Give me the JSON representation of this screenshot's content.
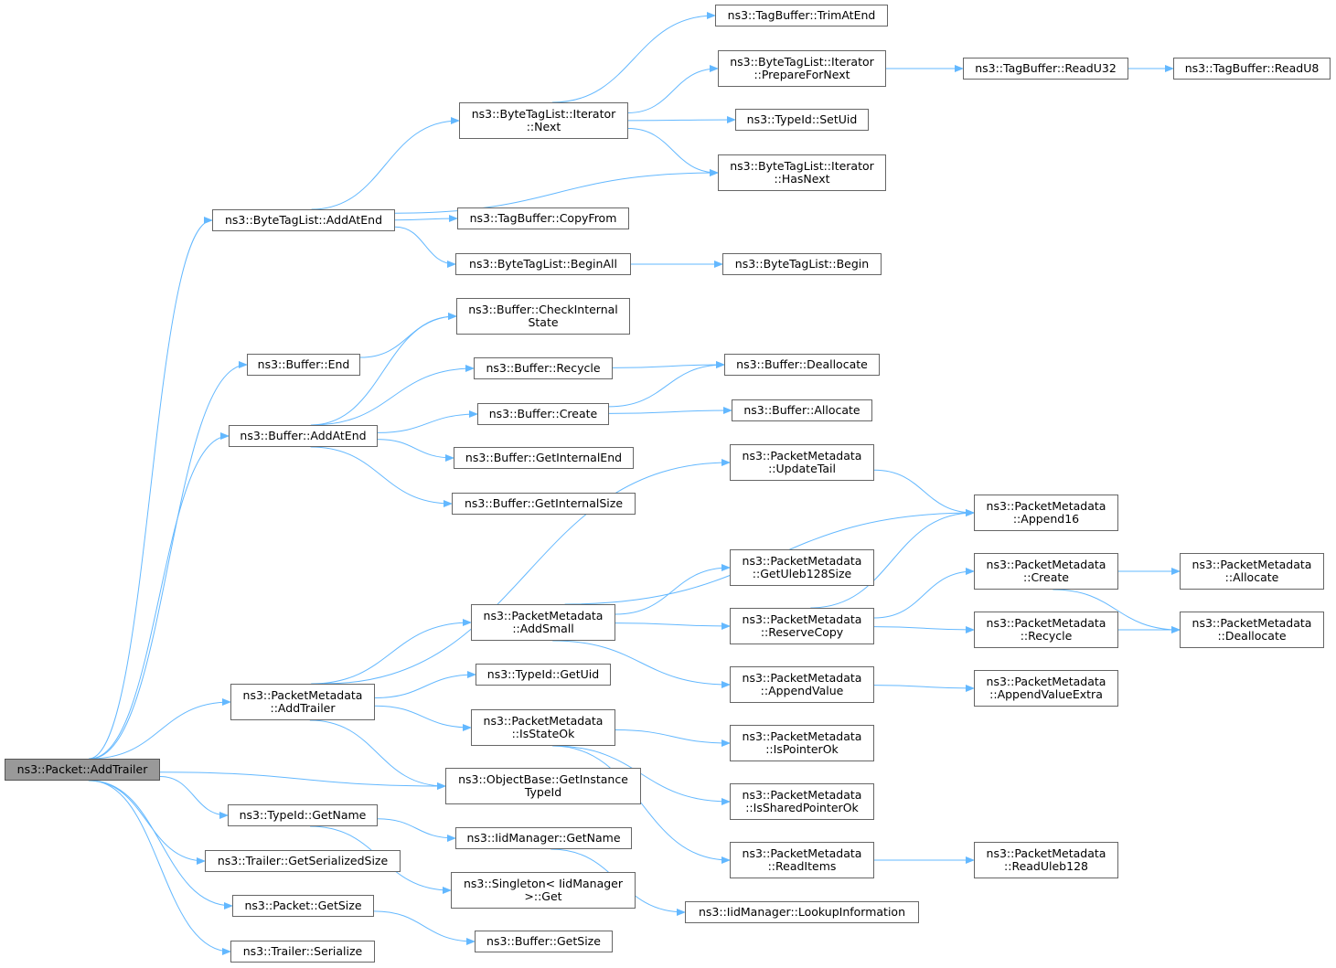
{
  "colors": {
    "edge": "#63b8ff",
    "node_border": "#666666",
    "root_fill": "#999999"
  },
  "nodes": {
    "root": [
      "ns3::Packet::AddTrailer"
    ],
    "bt_addatend": [
      "ns3::ByteTagList::AddAtEnd"
    ],
    "buf_end": [
      "ns3::Buffer::End"
    ],
    "buf_addatend": [
      "ns3::Buffer::AddAtEnd"
    ],
    "pm_addtrailer": [
      "ns3::PacketMetadata",
      "::AddTrailer"
    ],
    "typeid_getname": [
      "ns3::TypeId::GetName"
    ],
    "trailer_getser": [
      "ns3::Trailer::GetSerializedSize"
    ],
    "packet_getsize": [
      "ns3::Packet::GetSize"
    ],
    "trailer_serialize": [
      "ns3::Trailer::Serialize"
    ],
    "bt_iter_next": [
      "ns3::ByteTagList::Iterator",
      "::Next"
    ],
    "tb_copyfrom": [
      "ns3::TagBuffer::CopyFrom"
    ],
    "bt_beginall": [
      "ns3::ByteTagList::BeginAll"
    ],
    "buf_checkint": [
      "ns3::Buffer::CheckInternal",
      "State"
    ],
    "buf_recycle": [
      "ns3::Buffer::Recycle"
    ],
    "buf_create": [
      "ns3::Buffer::Create"
    ],
    "buf_getintend": [
      "ns3::Buffer::GetInternalEnd"
    ],
    "buf_getintsize": [
      "ns3::Buffer::GetInternalSize"
    ],
    "pm_addsmall": [
      "ns3::PacketMetadata",
      "::AddSmall"
    ],
    "typeid_getuid": [
      "ns3::TypeId::GetUid"
    ],
    "pm_isstateok": [
      "ns3::PacketMetadata",
      "::IsStateOk"
    ],
    "ob_getinst": [
      "ns3::ObjectBase::GetInstance",
      "TypeId"
    ],
    "iid_getname": [
      "ns3::IidManager::GetName"
    ],
    "singleton_get": [
      "ns3::Singleton< IidManager",
      ">::Get"
    ],
    "buf_getsize": [
      "ns3::Buffer::GetSize"
    ],
    "tb_trimatend": [
      "ns3::TagBuffer::TrimAtEnd"
    ],
    "bt_iter_prep": [
      "ns3::ByteTagList::Iterator",
      "::PrepareForNext"
    ],
    "typeid_setuid": [
      "ns3::TypeId::SetUid"
    ],
    "bt_iter_hasnext": [
      "ns3::ByteTagList::Iterator",
      "::HasNext"
    ],
    "bt_begin": [
      "ns3::ByteTagList::Begin"
    ],
    "buf_dealloc": [
      "ns3::Buffer::Deallocate"
    ],
    "buf_alloc": [
      "ns3::Buffer::Allocate"
    ],
    "pm_updatetail": [
      "ns3::PacketMetadata",
      "::UpdateTail"
    ],
    "pm_getuleb": [
      "ns3::PacketMetadata",
      "::GetUleb128Size"
    ],
    "pm_reservecopy": [
      "ns3::PacketMetadata",
      "::ReserveCopy"
    ],
    "pm_appendvalue": [
      "ns3::PacketMetadata",
      "::AppendValue"
    ],
    "pm_ispointerok": [
      "ns3::PacketMetadata",
      "::IsPointerOk"
    ],
    "pm_issharedptr": [
      "ns3::PacketMetadata",
      "::IsSharedPointerOk"
    ],
    "pm_readitems": [
      "ns3::PacketMetadata",
      "::ReadItems"
    ],
    "iid_lookup": [
      "ns3::IidManager::LookupInformation"
    ],
    "tb_readu32": [
      "ns3::TagBuffer::ReadU32"
    ],
    "tb_readu8": [
      "ns3::TagBuffer::ReadU8"
    ],
    "pm_append16": [
      "ns3::PacketMetadata",
      "::Append16"
    ],
    "pm_create": [
      "ns3::PacketMetadata",
      "::Create"
    ],
    "pm_recycle": [
      "ns3::PacketMetadata",
      "::Recycle"
    ],
    "pm_appendvalueextra": [
      "ns3::PacketMetadata",
      "::AppendValueExtra"
    ],
    "pm_readuleb": [
      "ns3::PacketMetadata",
      "::ReadUleb128"
    ],
    "pm_allocate": [
      "ns3::PacketMetadata",
      "::Allocate"
    ],
    "pm_deallocate": [
      "ns3::PacketMetadata",
      "::Deallocate"
    ]
  },
  "edges": [
    [
      "root",
      "bt_addatend"
    ],
    [
      "root",
      "buf_end"
    ],
    [
      "root",
      "buf_addatend"
    ],
    [
      "root",
      "pm_addtrailer"
    ],
    [
      "root",
      "ob_getinst"
    ],
    [
      "root",
      "typeid_getname"
    ],
    [
      "root",
      "trailer_getser"
    ],
    [
      "root",
      "packet_getsize"
    ],
    [
      "root",
      "trailer_serialize"
    ],
    [
      "bt_addatend",
      "bt_iter_next"
    ],
    [
      "bt_addatend",
      "bt_iter_hasnext"
    ],
    [
      "bt_addatend",
      "tb_copyfrom"
    ],
    [
      "bt_addatend",
      "bt_beginall"
    ],
    [
      "bt_iter_next",
      "tb_trimatend"
    ],
    [
      "bt_iter_next",
      "bt_iter_prep"
    ],
    [
      "bt_iter_next",
      "typeid_setuid"
    ],
    [
      "bt_iter_next",
      "bt_iter_hasnext"
    ],
    [
      "bt_iter_prep",
      "tb_readu32"
    ],
    [
      "tb_readu32",
      "tb_readu8"
    ],
    [
      "bt_beginall",
      "bt_begin"
    ],
    [
      "buf_end",
      "buf_checkint"
    ],
    [
      "buf_addatend",
      "buf_checkint"
    ],
    [
      "buf_addatend",
      "buf_recycle"
    ],
    [
      "buf_addatend",
      "buf_create"
    ],
    [
      "buf_addatend",
      "buf_getintend"
    ],
    [
      "buf_addatend",
      "buf_getintsize"
    ],
    [
      "buf_recycle",
      "buf_dealloc"
    ],
    [
      "buf_create",
      "buf_dealloc"
    ],
    [
      "buf_create",
      "buf_alloc"
    ],
    [
      "pm_addtrailer",
      "pm_updatetail"
    ],
    [
      "pm_addtrailer",
      "pm_addsmall"
    ],
    [
      "pm_addtrailer",
      "typeid_getuid"
    ],
    [
      "pm_addtrailer",
      "pm_isstateok"
    ],
    [
      "pm_addtrailer",
      "ob_getinst"
    ],
    [
      "pm_updatetail",
      "pm_append16"
    ],
    [
      "pm_addsmall",
      "pm_append16"
    ],
    [
      "pm_addsmall",
      "pm_getuleb"
    ],
    [
      "pm_addsmall",
      "pm_reservecopy"
    ],
    [
      "pm_addsmall",
      "pm_appendvalue"
    ],
    [
      "pm_reservecopy",
      "pm_append16"
    ],
    [
      "pm_reservecopy",
      "pm_create"
    ],
    [
      "pm_reservecopy",
      "pm_recycle"
    ],
    [
      "pm_create",
      "pm_allocate"
    ],
    [
      "pm_create",
      "pm_deallocate"
    ],
    [
      "pm_recycle",
      "pm_deallocate"
    ],
    [
      "pm_appendvalue",
      "pm_appendvalueextra"
    ],
    [
      "pm_isstateok",
      "pm_ispointerok"
    ],
    [
      "pm_isstateok",
      "pm_issharedptr"
    ],
    [
      "pm_isstateok",
      "pm_readitems"
    ],
    [
      "pm_readitems",
      "pm_readuleb"
    ],
    [
      "typeid_getname",
      "iid_getname"
    ],
    [
      "typeid_getname",
      "singleton_get"
    ],
    [
      "iid_getname",
      "iid_lookup"
    ],
    [
      "packet_getsize",
      "buf_getsize"
    ]
  ]
}
